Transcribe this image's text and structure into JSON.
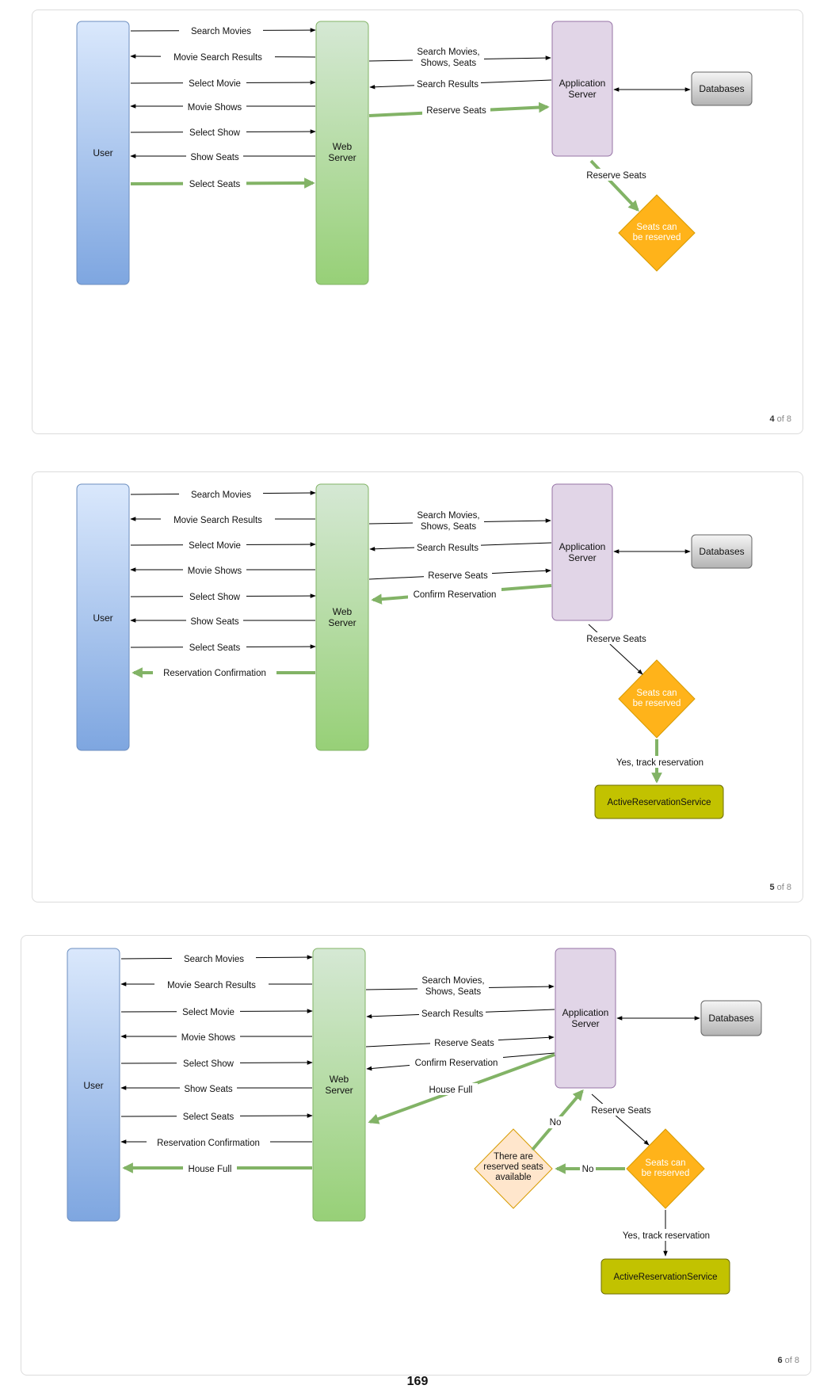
{
  "slides": [
    {
      "page_current": "4",
      "page_of": "of 8",
      "nodes": {
        "user": "User",
        "web": [
          "Web",
          "Server"
        ],
        "app": [
          "Application",
          "Server"
        ],
        "db": "Databases",
        "decision": [
          "Seats can",
          "be reserved"
        ]
      },
      "left_labels": [
        "Search Movies",
        "Movie Search Results",
        "Select Movie",
        "Movie Shows",
        "Select Show",
        "Show Seats",
        "Select Seats"
      ],
      "right_labels": [
        [
          "Search Movies,",
          "Shows, Seats"
        ],
        [
          "Search Results"
        ],
        [
          "Reserve Seats"
        ]
      ],
      "app_down_label": "Reserve Seats"
    },
    {
      "page_current": "5",
      "page_of": "of 8",
      "nodes": {
        "user": "User",
        "web": [
          "Web",
          "Server"
        ],
        "app": [
          "Application",
          "Server"
        ],
        "db": "Databases",
        "decision": [
          "Seats can",
          "be reserved"
        ],
        "service": "ActiveReservationService"
      },
      "left_labels": [
        "Search Movies",
        "Movie Search Results",
        "Select Movie",
        "Movie Shows",
        "Select Show",
        "Show Seats",
        "Select Seats",
        "Reservation Confirmation"
      ],
      "right_labels": [
        [
          "Search Movies,",
          "Shows, Seats"
        ],
        [
          "Search Results"
        ],
        [
          "Reserve Seats"
        ],
        [
          "Confirm Reservation"
        ]
      ],
      "app_down_label": "Reserve Seats",
      "yes_label": "Yes, track reservation"
    },
    {
      "page_current": "6",
      "page_of": "of 8",
      "nodes": {
        "user": "User",
        "web": [
          "Web",
          "Server"
        ],
        "app": [
          "Application",
          "Server"
        ],
        "db": "Databases",
        "decision": [
          "Seats can",
          "be reserved"
        ],
        "service": "ActiveReservationService",
        "decision2": [
          "There are",
          "reserved seats",
          "available"
        ]
      },
      "left_labels": [
        "Search Movies",
        "Movie Search Results",
        "Select Movie",
        "Movie Shows",
        "Select Show",
        "Show Seats",
        "Select Seats",
        "Reservation Confirmation",
        "House Full"
      ],
      "right_labels": [
        [
          "Search Movies,",
          "Shows, Seats"
        ],
        [
          "Search Results"
        ],
        [
          "Reserve Seats"
        ],
        [
          "Confirm Reservation"
        ],
        [
          "House Full"
        ]
      ],
      "app_down_label": "Reserve Seats",
      "yes_label": "Yes, track reservation",
      "no_label_1": "No",
      "no_label_2": "No"
    }
  ],
  "page_footer": "169",
  "colors": {
    "green_arrow": "#82b366",
    "user_top": "#dae8fc",
    "user_bottom": "#7ea6e0",
    "web_top": "#d5e8d4",
    "web_bottom": "#97d077",
    "app": "#e1d5e7",
    "decision": "#ffb31a",
    "decision2": "#ffe6cc",
    "service": "#c2c200",
    "db": "#e0e0e0"
  }
}
